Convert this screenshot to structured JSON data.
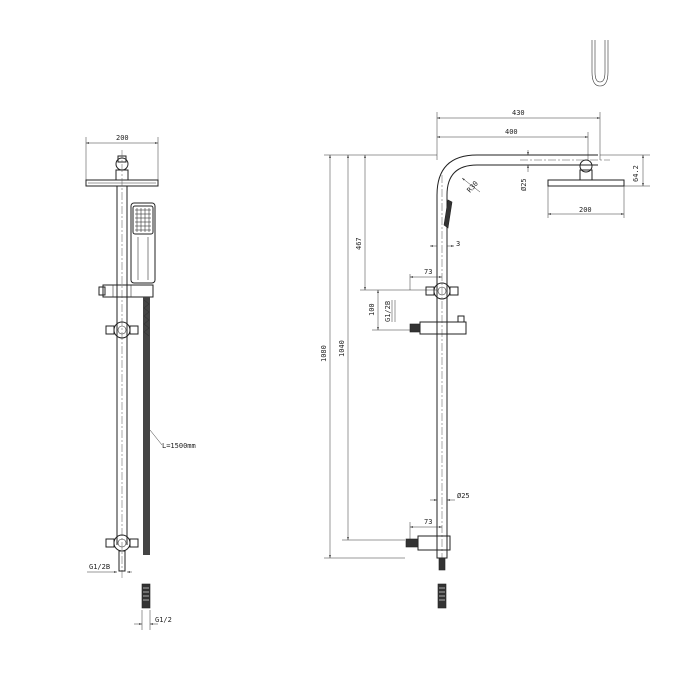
{
  "left_view": {
    "head_width": "200",
    "hose_length": "L=1500mm",
    "outlet_thread": "G1/2B",
    "hose_thread": "G1/2"
  },
  "right_view": {
    "arm_reach_total": "430",
    "arm_reach": "400",
    "head_offset": "64.2",
    "head_diameter_label": "Ø25",
    "bend_radius": "R30",
    "head_width": "200",
    "upper_height": "467",
    "divert_gap": "3",
    "divert_offset": "73",
    "outlet_height": "100",
    "outlet_thread": "G1/2B",
    "overall_height": "1080",
    "riser_height": "1040",
    "riser_diameter": "Ø25",
    "base_offset": "73"
  }
}
